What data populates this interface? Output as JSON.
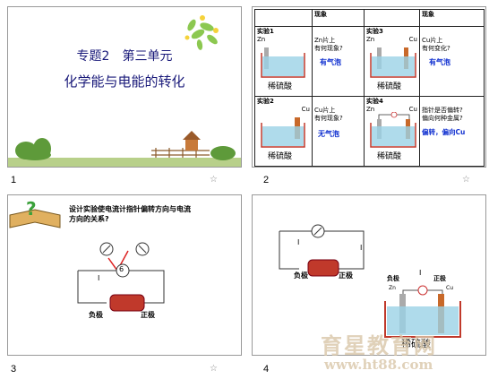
{
  "slides": [
    {
      "number": "1",
      "title_line1": "专题2　第三单元",
      "title_line2": "化学能与电能的转化"
    },
    {
      "number": "2",
      "header_phenomenon": "现象",
      "cells": [
        {
          "label": "实验1",
          "electrodes": [
            "Zn"
          ],
          "solution": "稀硫酸",
          "question": "Zn片上\n有何现象?",
          "answer": "有气泡"
        },
        {
          "label": "实验3",
          "electrodes": [
            "Zn",
            "Cu"
          ],
          "solution": "稀硫酸",
          "question": "Cu片上\n有何变化?",
          "answer": "有气泡"
        },
        {
          "label": "实验2",
          "electrodes": [
            "Cu"
          ],
          "solution": "稀硫酸",
          "question": "Cu片上\n有何现象?",
          "answer": "无气泡"
        },
        {
          "label": "实验4",
          "electrodes": [
            "Zn",
            "Cu"
          ],
          "solution": "稀硫酸",
          "question": "指针是否偏转?\n偏向何种金属?",
          "answer": "偏转，偏向Cu"
        }
      ]
    },
    {
      "number": "3",
      "question": "设计实验使电流计指针偏转方向与电流\n方向的关系?",
      "galvanometer": "6",
      "terminal_neg": "负极",
      "terminal_pos": "正极",
      "current": "I"
    },
    {
      "number": "4",
      "current": "I",
      "terminal_neg": "负极",
      "terminal_pos": "正极",
      "electrodes": [
        "Zn",
        "Cu"
      ],
      "solution": "稀硫酸"
    }
  ],
  "watermark": {
    "brand": "育星教育网",
    "url": "www.ht88.com"
  }
}
